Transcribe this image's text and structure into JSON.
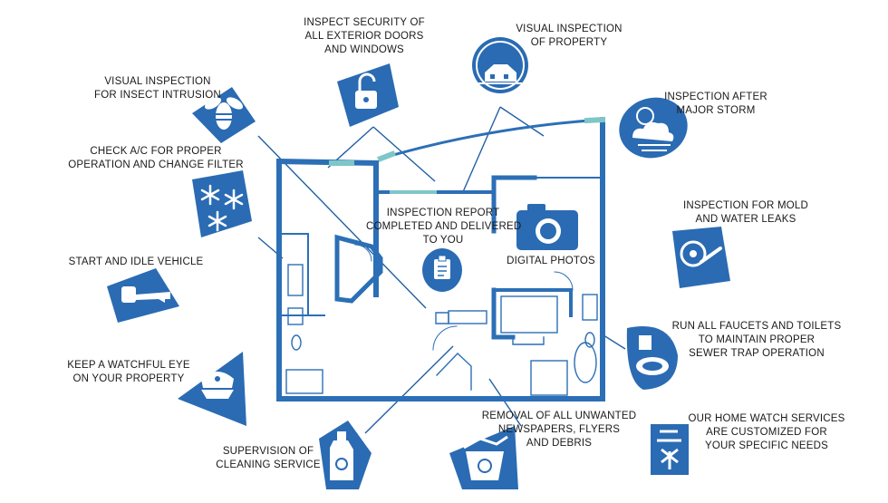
{
  "colors": {
    "accent": "#2a6bb3",
    "plan": "#2c6fb6",
    "window": "#7fc6c8",
    "leader": "#1f5fa5",
    "text": "#1a1a1a"
  },
  "services": [
    {
      "id": "security",
      "icon": "padlock-icon",
      "lines": [
        "INSPECT SECURITY OF",
        "ALL EXTERIOR DOORS",
        "AND WINDOWS"
      ]
    },
    {
      "id": "property",
      "icon": "house-icon",
      "lines": [
        "VISUAL INSPECTION",
        "OF PROPERTY"
      ]
    },
    {
      "id": "insect",
      "icon": "bee-icon",
      "lines": [
        "VISUAL INSPECTION",
        "FOR INSECT INTRUSION"
      ]
    },
    {
      "id": "storm",
      "icon": "storm-cloud-icon",
      "lines": [
        "INSPECTION AFTER",
        "MAJOR STORM"
      ]
    },
    {
      "id": "ac",
      "icon": "snowflake-icon",
      "lines": [
        "CHECK A/C FOR PROPER",
        "OPERATION AND CHANGE FILTER"
      ]
    },
    {
      "id": "mold",
      "icon": "magnifier-bug-icon",
      "lines": [
        "INSPECTION FOR MOLD",
        "AND WATER LEAKS"
      ]
    },
    {
      "id": "vehicle",
      "icon": "car-key-icon",
      "lines": [
        "START AND IDLE VEHICLE"
      ]
    },
    {
      "id": "faucets",
      "icon": "toilet-icon",
      "lines": [
        "RUN ALL FAUCETS AND TOILETS",
        "TO MAINTAIN PROPER",
        "SEWER TRAP OPERATION"
      ]
    },
    {
      "id": "watch",
      "icon": "police-cap-icon",
      "lines": [
        "KEEP A WATCHFUL EYE",
        "ON YOUR PROPERTY"
      ]
    },
    {
      "id": "cleaning",
      "icon": "cleaner-bottle-icon",
      "lines": [
        "SUPERVISION OF",
        "CLEANING SERVICE"
      ]
    },
    {
      "id": "debris",
      "icon": "recycle-bin-icon",
      "lines": [
        "REMOVAL OF ALL UNWANTED",
        "NEWSPAPERS, FLYERS",
        "AND DEBRIS"
      ]
    },
    {
      "id": "custom",
      "icon": "custom-tool-icon",
      "lines": [
        "OUR HOME WATCH SERVICES",
        "ARE CUSTOMIZED FOR",
        "YOUR SPECIFIC NEEDS"
      ]
    }
  ],
  "center": {
    "report": {
      "icon": "clipboard-icon",
      "lines": [
        "INSPECTION REPORT",
        "COMPLETED AND DELIVERED",
        "TO YOU"
      ]
    },
    "photos": {
      "icon": "camera-icon",
      "lines": [
        "DIGITAL PHOTOS"
      ]
    }
  }
}
